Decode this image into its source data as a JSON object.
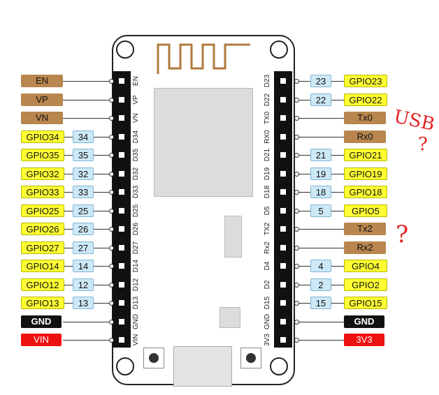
{
  "colors": {
    "gpio": "#ffff33",
    "number": "#cde8f6",
    "special": "#b8864e",
    "gnd": "#111111",
    "power": "#ee1111",
    "annotation": "#e32222"
  },
  "left_pins": [
    {
      "silk": "EN",
      "number": "",
      "label": "EN",
      "style": "brown"
    },
    {
      "silk": "VP",
      "number": "",
      "label": "VP",
      "style": "brown"
    },
    {
      "silk": "VN",
      "number": "",
      "label": "VN",
      "style": "brown"
    },
    {
      "silk": "D34",
      "number": "34",
      "label": "GPIO34",
      "style": "gpio"
    },
    {
      "silk": "D35",
      "number": "35",
      "label": "GPIO35",
      "style": "gpio"
    },
    {
      "silk": "D32",
      "number": "32",
      "label": "GPIO32",
      "style": "gpio"
    },
    {
      "silk": "D33",
      "number": "33",
      "label": "GPIO33",
      "style": "gpio"
    },
    {
      "silk": "D25",
      "number": "25",
      "label": "GPIO25",
      "style": "gpio"
    },
    {
      "silk": "D26",
      "number": "26",
      "label": "GPIO26",
      "style": "gpio"
    },
    {
      "silk": "D27",
      "number": "27",
      "label": "GPIO27",
      "style": "gpio"
    },
    {
      "silk": "D14",
      "number": "14",
      "label": "GPIO14",
      "style": "gpio"
    },
    {
      "silk": "D12",
      "number": "12",
      "label": "GPIO12",
      "style": "gpio"
    },
    {
      "silk": "D13",
      "number": "13",
      "label": "GPIO13",
      "style": "gpio"
    },
    {
      "silk": "GND",
      "number": "",
      "label": "GND",
      "style": "black"
    },
    {
      "silk": "VIN",
      "number": "",
      "label": "VIN",
      "style": "red"
    }
  ],
  "right_pins": [
    {
      "silk": "D23",
      "number": "23",
      "label": "GPIO23",
      "style": "gpio"
    },
    {
      "silk": "D22",
      "number": "22",
      "label": "GPIO22",
      "style": "gpio"
    },
    {
      "silk": "TX0",
      "number": "",
      "label": "Tx0",
      "style": "brown"
    },
    {
      "silk": "RX0",
      "number": "",
      "label": "Rx0",
      "style": "brown"
    },
    {
      "silk": "D21",
      "number": "21",
      "label": "GPIO21",
      "style": "gpio"
    },
    {
      "silk": "D19",
      "number": "19",
      "label": "GPIO19",
      "style": "gpio"
    },
    {
      "silk": "D18",
      "number": "18",
      "label": "GPIO18",
      "style": "gpio"
    },
    {
      "silk": "D5",
      "number": "5",
      "label": "GPIO5",
      "style": "gpio"
    },
    {
      "silk": "TX2",
      "number": "",
      "label": "Tx2",
      "style": "brown"
    },
    {
      "silk": "Rx2",
      "number": "",
      "label": "Rx2",
      "style": "brown"
    },
    {
      "silk": "D4",
      "number": "4",
      "label": "GPIO4",
      "style": "gpio"
    },
    {
      "silk": "D2",
      "number": "2",
      "label": "GPIO2",
      "style": "gpio"
    },
    {
      "silk": "D15",
      "number": "15",
      "label": "GPIO15",
      "style": "gpio"
    },
    {
      "silk": "GND",
      "number": "",
      "label": "GND",
      "style": "black"
    },
    {
      "silk": "3V3",
      "number": "",
      "label": "3V3",
      "style": "red"
    }
  ],
  "annotations": {
    "usb_note": "USB",
    "usb_question": "?",
    "tx2_question": "?"
  }
}
